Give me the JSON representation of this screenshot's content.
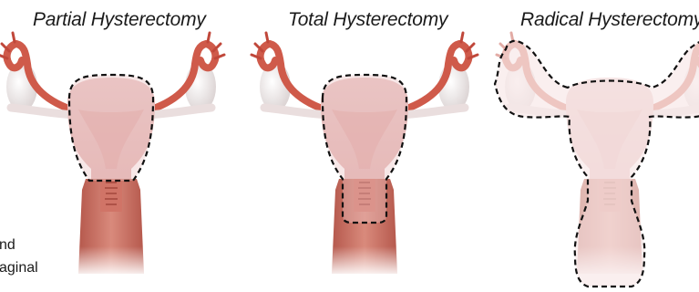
{
  "panels": [
    {
      "title": "Partial Hysterectomy"
    },
    {
      "title": "Total Hysterectomy"
    },
    {
      "title": "Radical Hysterectomy"
    }
  ],
  "side_text": [
    "nd",
    "aginal"
  ],
  "colors": {
    "tube": "#cf5a4a",
    "ovary": "#efe7e7",
    "uterus_fill": "#e8c0bf",
    "vagina": "#c8766a",
    "dash": "#111111"
  }
}
